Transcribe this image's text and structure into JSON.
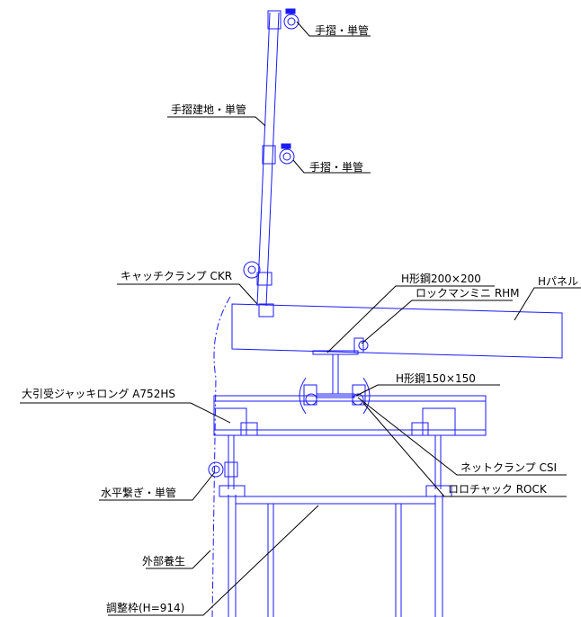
{
  "labels": {
    "handrail_pipe_top": "手摺・単管",
    "handrail_post": "手摺建地・単管",
    "handrail_pipe_mid": "手摺・単管",
    "catch_clamp": "キャッチクランプ CKR",
    "h_steel_200": "H形鋼200×200",
    "lock_clamp": "ロックマンミニ RHM",
    "h_panel": "Hパネル",
    "h_steel_150": "H形鋼150×150",
    "jack": "大引受ジャッキロング A752HS",
    "net_clamp": "ネットクランプ CSI",
    "roro_chuck": "ロロチャック ROCK",
    "horizontal_tie": "水平繋ぎ・単管",
    "exterior_curing": "外部養生",
    "adjust_frame": "調整枠(H=914)"
  },
  "colors": {
    "structure": "#1a1aff",
    "leader": "#000000",
    "background": "#ffffff"
  }
}
